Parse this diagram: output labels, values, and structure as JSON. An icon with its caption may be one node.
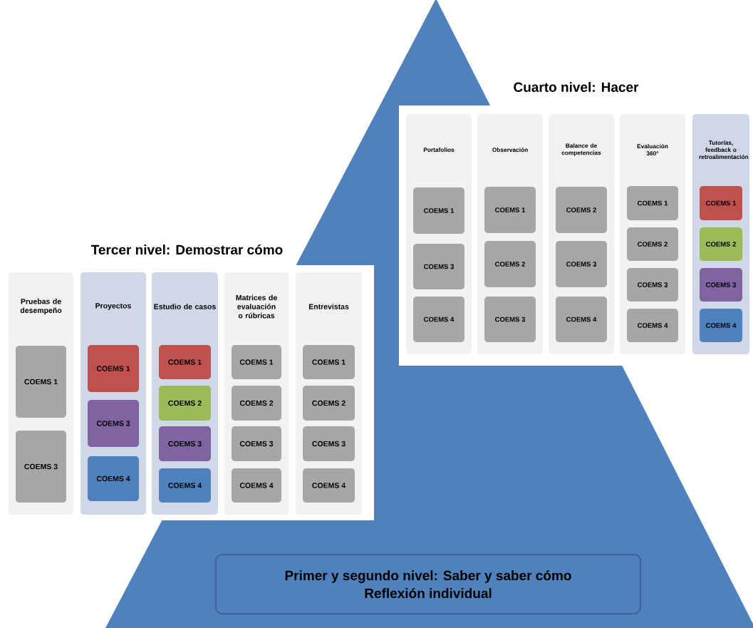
{
  "diagram": {
    "nodes": [
      {
        "text": [
          "Cuarto nivel: Hacer"
        ]
      },
      {
        "text": [
          "Portafolios"
        ],
        "in": 0
      },
      {
        "text": [
          "COEMS 1"
        ],
        "in": 1
      },
      {
        "text": [
          "COEMS 3"
        ],
        "in": 1
      },
      {
        "text": [
          "COEMS 4"
        ],
        "in": 1
      },
      {
        "text": [
          "Observación"
        ],
        "in": 0
      },
      {
        "text": [
          "COEMS 1"
        ],
        "in": 5
      },
      {
        "text": [
          "COEMS 2"
        ],
        "in": 5
      },
      {
        "text": [
          "COEMS 3"
        ],
        "in": 5
      },
      {
        "text": [
          "Balance de competencias"
        ],
        "in": 0
      },
      {
        "text": [
          "COEMS 2"
        ],
        "in": 9
      },
      {
        "text": [
          "COEMS 3"
        ],
        "in": 9
      },
      {
        "text": [
          "COEMS 4"
        ],
        "in": 9
      },
      {
        "text": [
          "Evaluación 360°"
        ],
        "in": 0
      },
      {
        "text": [
          "COEMS 1"
        ],
        "in": 13
      },
      {
        "text": [
          "COEMS 2"
        ],
        "in": 13
      },
      {
        "text": [
          "COEMS 3"
        ],
        "in": 13
      },
      {
        "text": [
          "COEMS 4"
        ],
        "in": 13
      },
      {
        "text": [
          "Tutorías, feedback o retroalimentación"
        ],
        "in": 0
      },
      {
        "text": [
          "COEMS 1"
        ],
        "in": 18
      },
      {
        "text": [
          "COEMS 2"
        ],
        "in": 18
      },
      {
        "text": [
          "COEMS 3"
        ],
        "in": 18
      },
      {
        "text": [
          "COEMS 4"
        ],
        "in": 18
      },
      {
        "text": [
          "Tercer nivel: Demostrar cómo"
        ]
      },
      {
        "text": [
          "Pruebas de desempeño"
        ],
        "in": 23
      },
      {
        "text": [
          "COEMS 1"
        ],
        "in": 24
      },
      {
        "text": [
          "COEMS 3"
        ],
        "in": 24
      },
      {
        "text": [
          "Proyectos"
        ],
        "in": 23
      },
      {
        "text": [
          "COEMS 1"
        ],
        "in": 27
      },
      {
        "text": [
          "COEMS 3"
        ],
        "in": 27
      },
      {
        "text": [
          "COEMS 4"
        ],
        "in": 27
      },
      {
        "text": [
          "Estudio de casos"
        ],
        "in": 23
      },
      {
        "text": [
          "COEMS 1"
        ],
        "in": 31
      },
      {
        "text": [
          "COEMS 2"
        ],
        "in": 31
      },
      {
        "text": [
          "COEMS 3"
        ],
        "in": 31
      },
      {
        "text": [
          "COEMS 4"
        ],
        "in": 31
      },
      {
        "text": [
          "Matrices de evaluación o rúbricas"
        ],
        "in": 23
      },
      {
        "text": [
          "COEMS 1"
        ],
        "in": 36
      },
      {
        "text": [
          "COEMS 2"
        ],
        "in": 36
      },
      {
        "text": [
          "COEMS 3"
        ],
        "in": 36
      },
      {
        "text": [
          "COEMS 4"
        ],
        "in": 36
      },
      {
        "text": [
          "Entrevistas"
        ],
        "in": 23
      },
      {
        "text": [
          "COEMS 1"
        ],
        "in": 41
      },
      {
        "text": [
          "COEMS 2"
        ],
        "in": 41
      },
      {
        "text": [
          "COEMS 3"
        ],
        "in": 41
      },
      {
        "text": [
          "COEMS 4"
        ],
        "in": 41
      },
      {
        "text": [
          "Primer y segundo nivel: Saber y saber cómo",
          "Reflexión individual"
        ]
      }
    ]
  }
}
